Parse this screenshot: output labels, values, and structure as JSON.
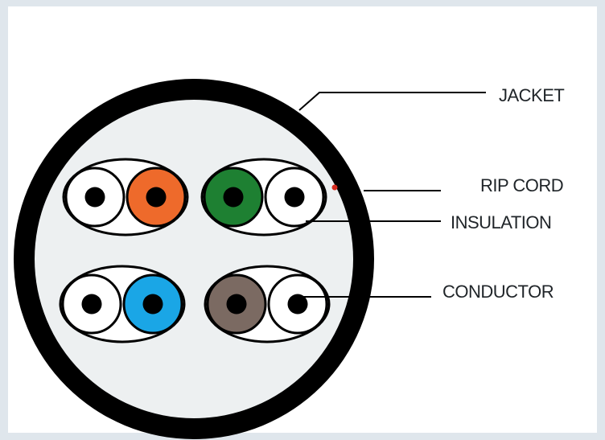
{
  "labels": {
    "jacket": "JACKET",
    "rip_cord": "RIP CORD",
    "insulation": "INSULATION",
    "conductor": "CONDUCTOR"
  },
  "pairs": [
    {
      "name": "orange-pair",
      "color": "#ee6a2b"
    },
    {
      "name": "green-pair",
      "color": "#1e8032"
    },
    {
      "name": "blue-pair",
      "color": "#1aa6e6"
    },
    {
      "name": "brown-pair",
      "color": "#7b6a62"
    }
  ],
  "colors": {
    "jacket": "#000000",
    "core_fill": "#edf0f1",
    "rip_cord": "#d42a1e",
    "white_insulation": "#ffffff",
    "conductor": "#000000",
    "page_background": "#ffffff"
  }
}
